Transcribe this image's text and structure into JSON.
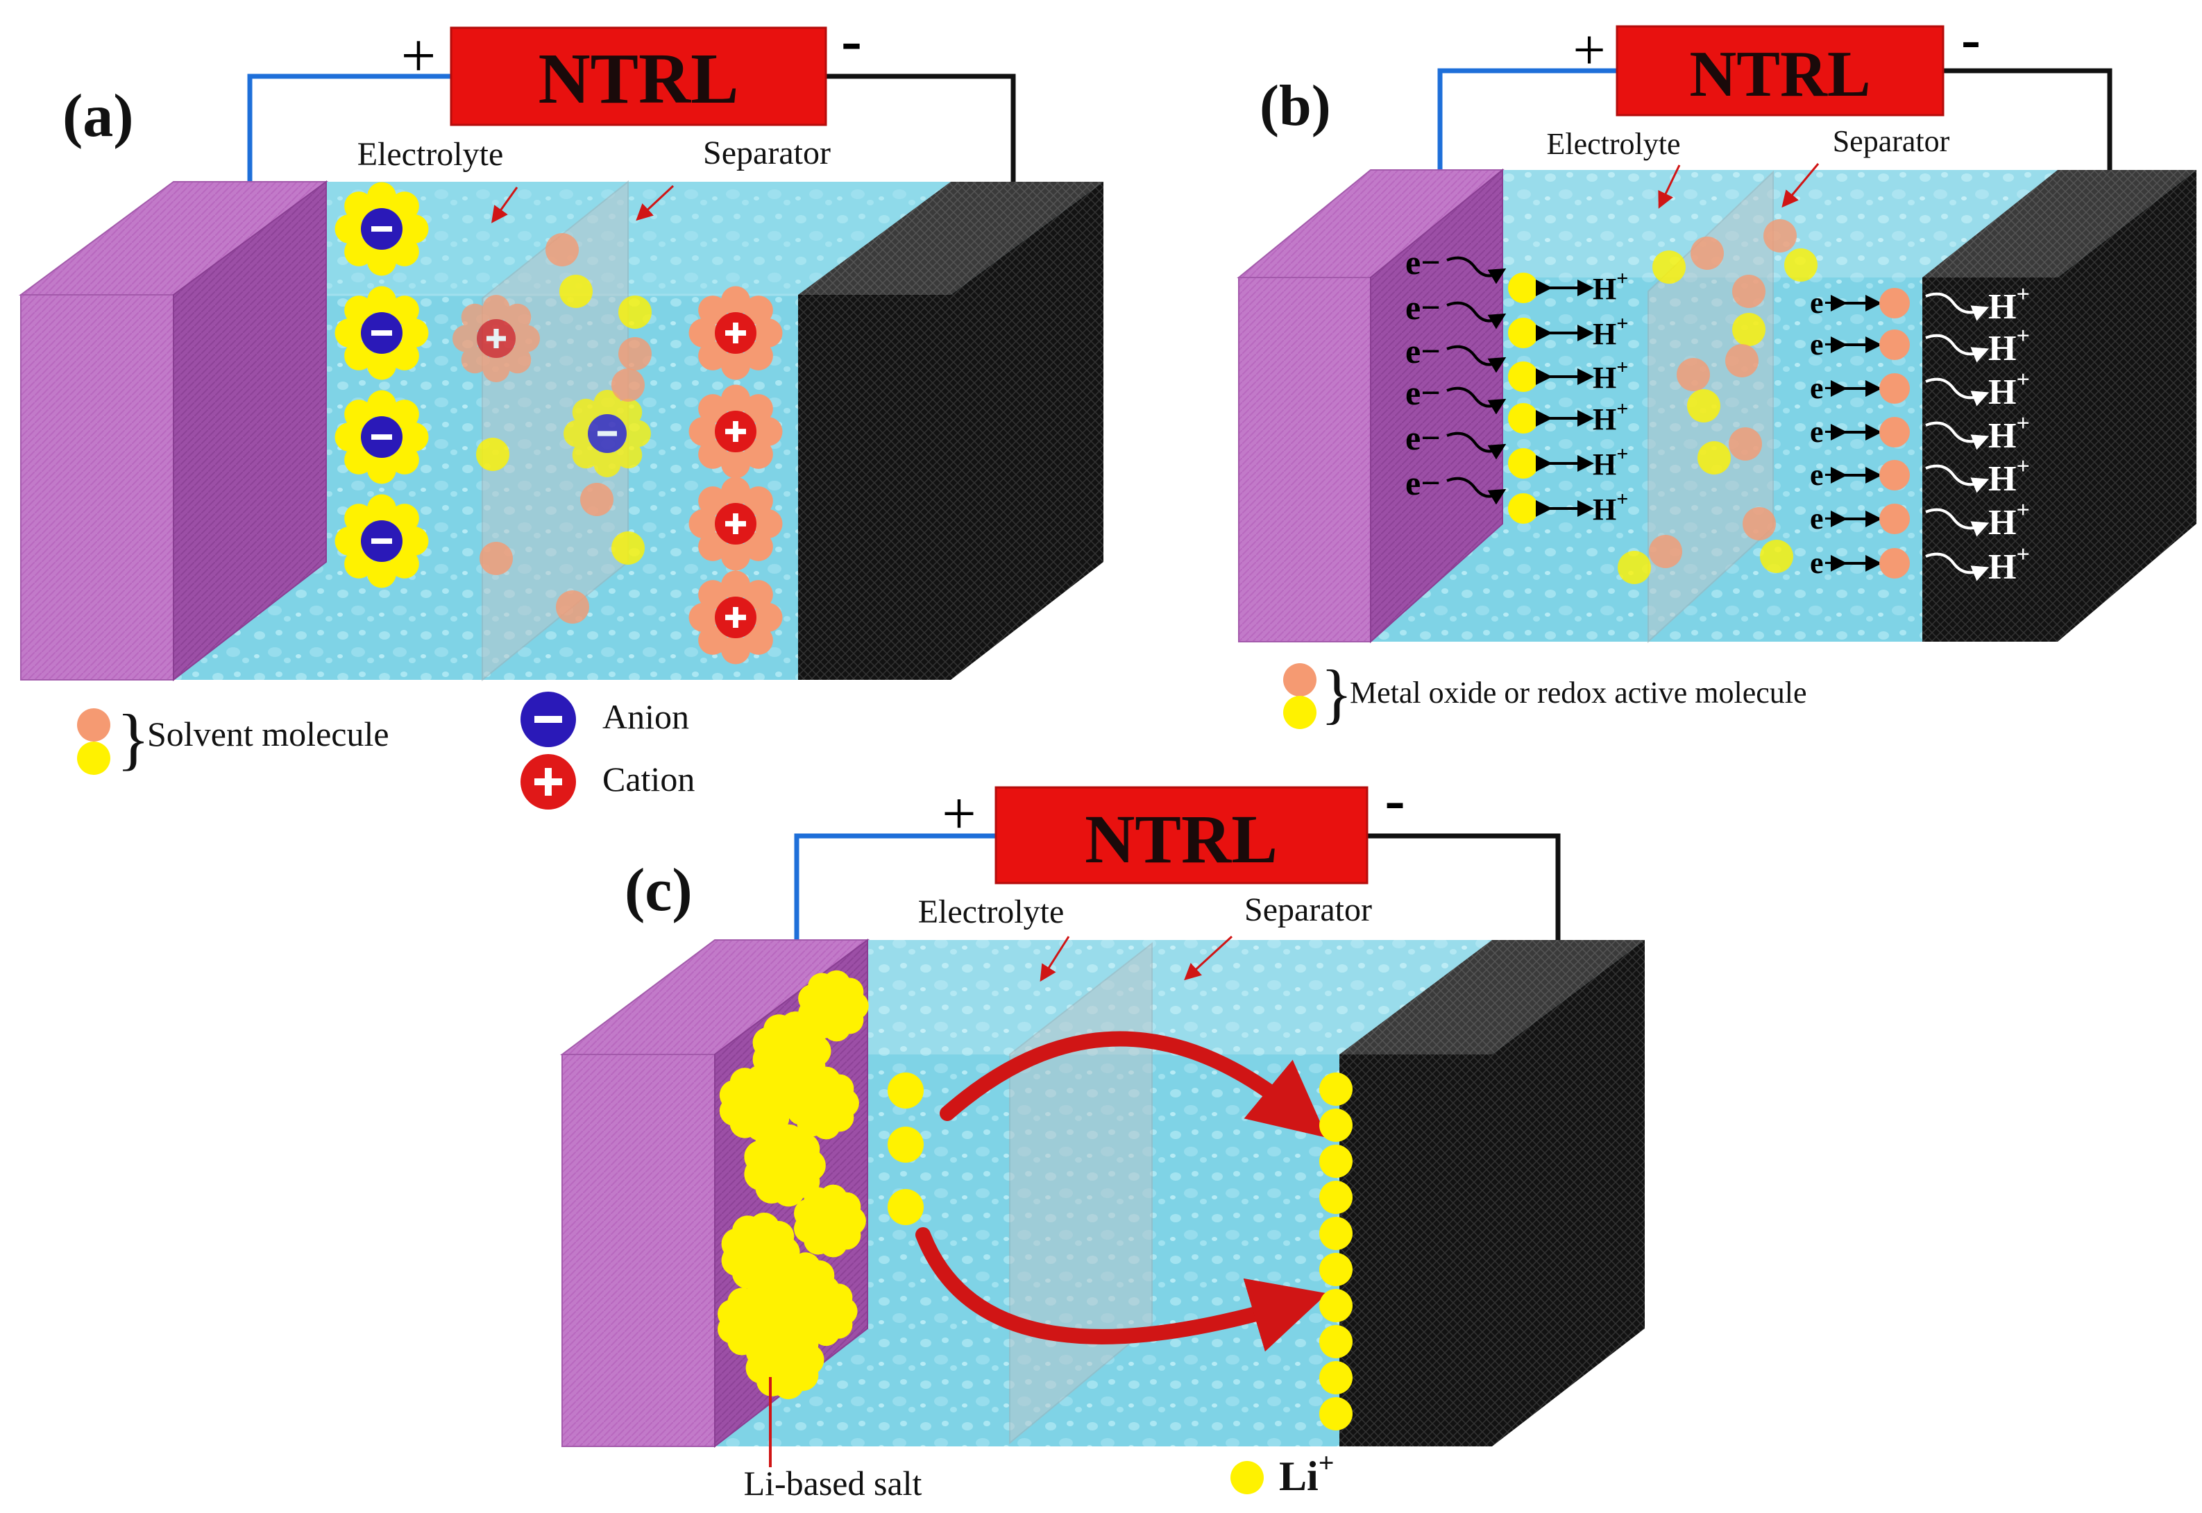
{
  "panels": {
    "a": {
      "tag": "(a)",
      "device": "NTRL",
      "plus": "+",
      "minus": "-",
      "electrolyte": "Electrolyte",
      "separator": "Separator",
      "legend_solvent": "Solvent molecule",
      "legend_anion": "Anion",
      "legend_cation": "Cation"
    },
    "b": {
      "tag": "(b)",
      "device": "NTRL",
      "plus": "+",
      "minus": "-",
      "electrolyte": "Electrolyte",
      "separator": "Separator",
      "legend": "Metal oxide or redox active molecule",
      "electron": "e",
      "proton": "H"
    },
    "c": {
      "tag": "(c)",
      "device": "NTRL",
      "plus": "+",
      "minus": "-",
      "electrolyte": "Electrolyte",
      "separator": "Separator",
      "salt": "Li-based salt",
      "li": "Li"
    }
  },
  "colors": {
    "electrolyte": "#7fd3e6",
    "electrode_pink": "#c27ac9",
    "electrode_black": "#141414",
    "ntrl_box": "#e8110f",
    "wire_pos": "#1e6fd9",
    "wire_neg": "#111111",
    "anion": "#2a19b8",
    "cation": "#e01818",
    "solvent_orange": "#f59a72",
    "solvent_yellow": "#fff200",
    "arrow_red": "#d01515"
  }
}
